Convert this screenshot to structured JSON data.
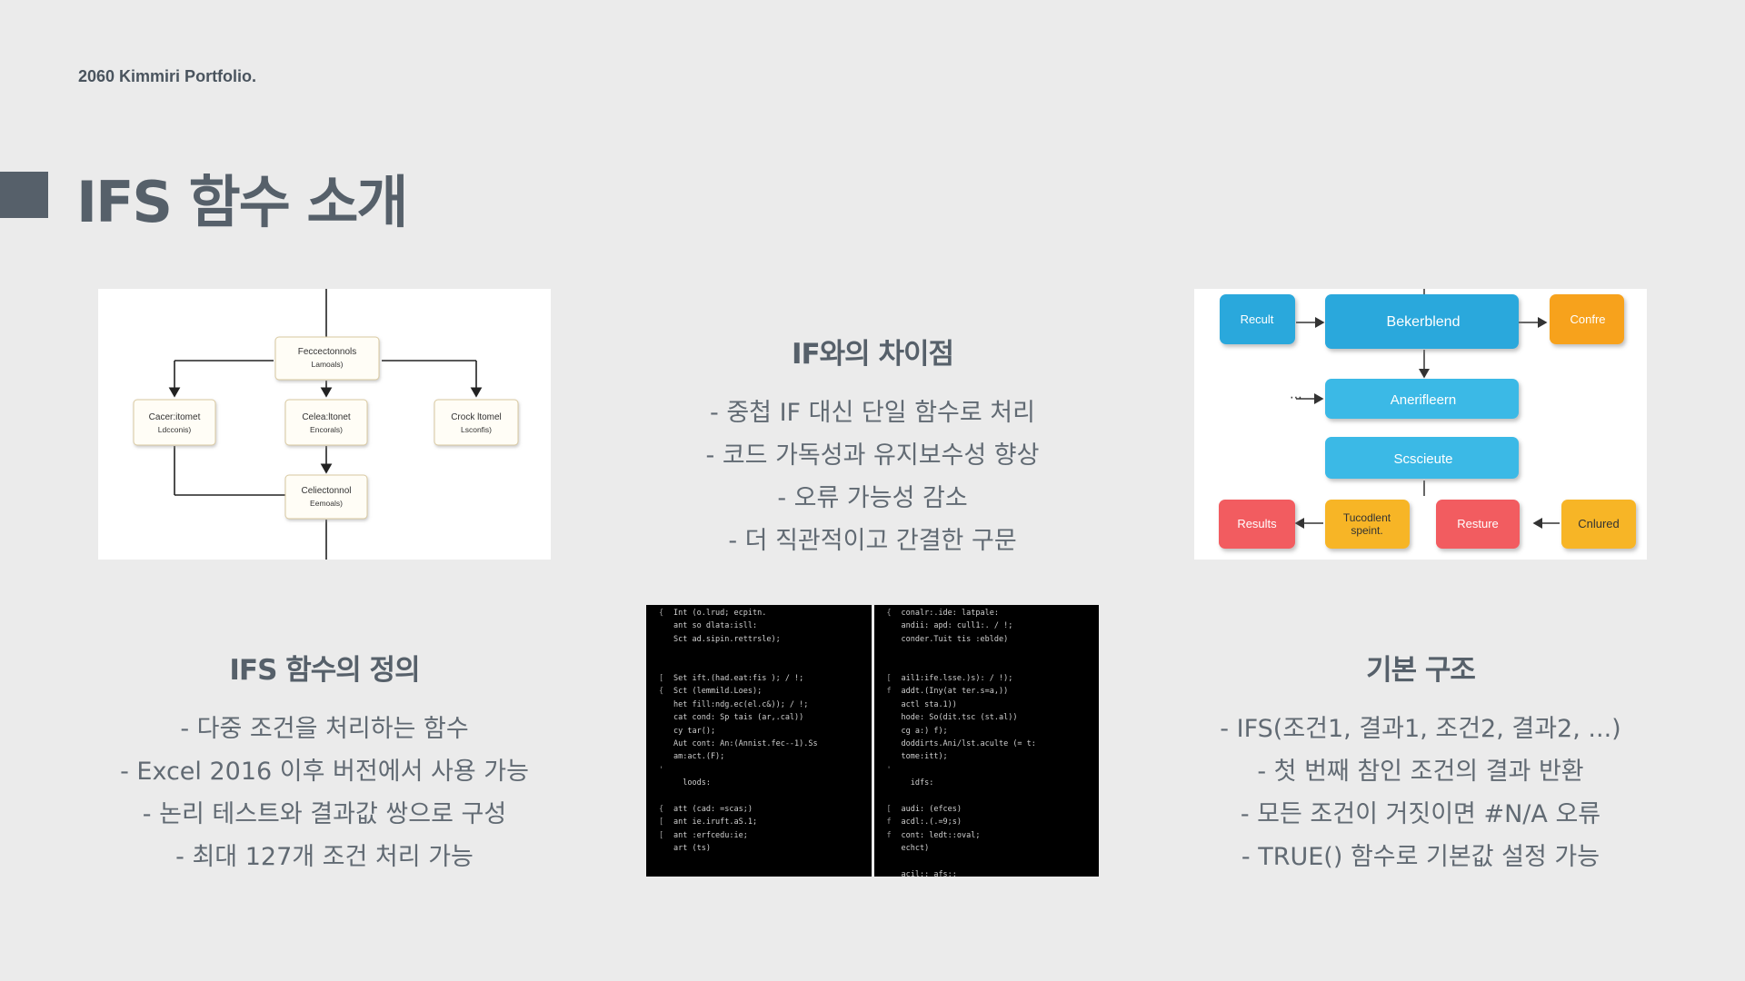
{
  "header": {
    "brand": "2060 Kimmiri Portfolio.",
    "title": "IFS 함수 소개"
  },
  "colors": {
    "background": "#ebebeb",
    "title": "#56606a",
    "flow_blue": "#29a8dc",
    "flow_light_blue": "#3ab9e6",
    "flow_orange": "#f7a21b",
    "flow_yellow": "#f7b528",
    "flow_red": "#f25b60"
  },
  "sections": {
    "difference": {
      "heading": "IF와의 차이점",
      "items": [
        "- 중첩 IF 대신 단일 함수로 처리",
        "- 코드 가독성과 유지보수성 향상",
        "- 오류 가능성 감소",
        "- 더 직관적이고 간결한 구문"
      ]
    },
    "definition": {
      "heading": "IFS 함수의 정의",
      "items": [
        "- 다중 조건을 처리하는 함수",
        "- Excel 2016 이후 버전에서 사용 가능",
        "- 논리 테스트와 결과값 쌍으로 구성",
        "- 최대 127개 조건 처리 가능"
      ]
    },
    "structure": {
      "heading": "기본 구조",
      "items": [
        "- IFS(조건1, 결과1, 조건2, 결과2, ...)",
        "- 첫 번째 참인 조건의 결과 반환",
        "- 모든 조건이 거짓이면 #N/A 오류",
        "- TRUE() 함수로 기본값 설정 가능"
      ]
    }
  },
  "tree_diagram": {
    "root": [
      "Feccectonnols",
      "Lamoals)"
    ],
    "left": [
      "Cacer:itomet",
      "Ldcconis)"
    ],
    "middle": [
      "Celea:ltonet",
      "Encorals)"
    ],
    "right": [
      "Crock ltomel",
      "Lsconfis)"
    ],
    "bottom": [
      "Celiectonnol",
      "Eemoals)"
    ]
  },
  "flow_diagram": {
    "recult": "Recult",
    "bekerblend": "Bekerblend",
    "confre": "Confre",
    "anerifleern": "Anerifleern",
    "scscieute": "Scscieute",
    "results": "Results",
    "tucodlent_1": "Tucodlent",
    "tucodlent_2": "speint.",
    "resture": "Resture",
    "cnlured": "Cnlured",
    "ellipsis": "⋯"
  },
  "code_screenshot": {
    "left": [
      "Int (o.lrud; ecpitn.",
      "ant so dlata:isll:",
      "Sct ad.sipin.rettrsle);",
      "",
      "",
      "Set ift.(had.eat:fis ); / !;",
      "Sct (lemmild.Loes);",
      "het fill:ndg.ec(el.c&)); / !;",
      "cat cond: Sp tais (ar,.cal))",
      "cy tar();",
      "Aut cont: An:(Annist.fec--1).Ss",
      "am:act.(F);",
      "",
      "  loods:",
      "",
      "att (cad: =scas;)",
      "ant ie.iruft.aS.1;",
      "ant :erfcedu:ie;",
      "art (ts)"
    ],
    "left_marks": [
      "{",
      "",
      "",
      "",
      "",
      "[",
      "{",
      "",
      "",
      "",
      "",
      "",
      "'",
      "",
      "",
      "{",
      "[",
      "[",
      ""
    ],
    "right": [
      "conalr:.ide: latpale:",
      "andii: apd: cull1:. / !;",
      "conder.Tuit tis :eblde)",
      "",
      "",
      "ail1:ife.lsse.)s): / !);",
      "addt.(Iny(at ter.s=a,))",
      "actl sta.1))",
      "hode: So(dit.tsc (st.al))",
      "cg a:) f);",
      "doddirts.Ani/lst.aculte (= t:",
      "tome:itt);",
      "",
      "  idfs:",
      "",
      "audi: (efces)",
      "acdl:.(.=9;s)",
      "cont: ledt::oval;",
      "echct)",
      "",
      "acil:: afs::"
    ],
    "right_marks": [
      "{",
      "",
      "",
      "",
      "",
      "[",
      "f",
      "",
      "",
      "",
      "",
      "",
      "'",
      "",
      "",
      "[",
      "f",
      "f",
      "",
      "",
      ""
    ]
  }
}
